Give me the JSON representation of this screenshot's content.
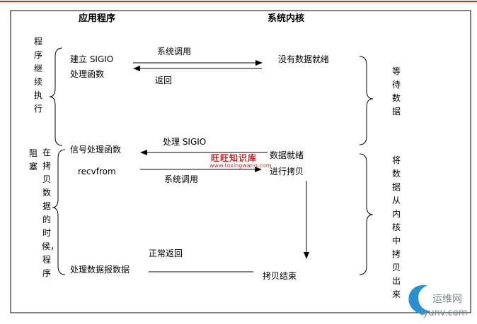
{
  "headers": {
    "app": "应用程序",
    "kernel": "系统内核"
  },
  "left_side": {
    "program_continues": "程序继续执行",
    "blocked": "阻塞",
    "copy_time": "在拷贝数据的时候，程序"
  },
  "app_labels": {
    "create_sigio": "建立  SIGIO",
    "handler_func": "处理函数",
    "signal_handler": "信号处理函数",
    "recvfrom": "recvfrom",
    "process_data": "处理数据报数据"
  },
  "arrow_labels": {
    "syscall_1": "系统调用",
    "return": "返回",
    "deliver_sigio": "处理  SIGIO",
    "syscall_2": "系统调用",
    "normal_return": "正常返回"
  },
  "kernel_labels": {
    "no_data_ready": "没有数据就绪",
    "data_ready": "数据就绪",
    "copying": "进行拷贝",
    "copy_done": "拷贝结束"
  },
  "right_side": {
    "wait_data": "等待数据",
    "copy_kernel_to_user": "将数据从内核中拷贝出来"
  },
  "watermark": {
    "text": "旺旺知识库",
    "url": "www.toxingwang.com"
  },
  "logo": {
    "name": "运维网",
    "url": "iyunv.com"
  },
  "colors": {
    "top_rule": "#e0201b",
    "line": "#000000",
    "watermark": "#d81b1b"
  }
}
